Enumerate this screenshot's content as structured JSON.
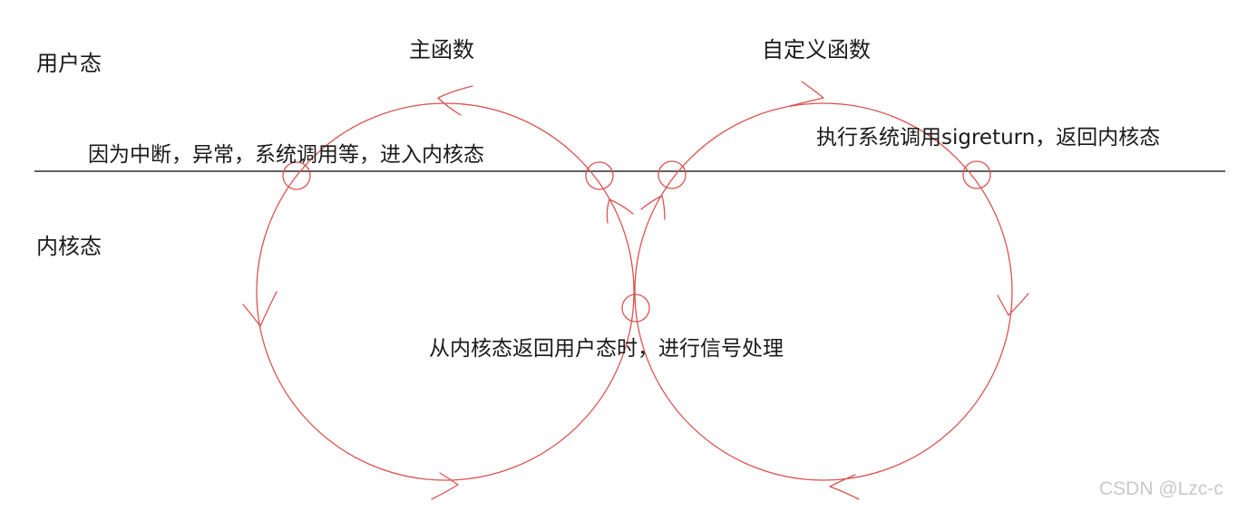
{
  "diagram": {
    "regions": {
      "user_mode": "用户态",
      "kernel_mode": "内核态"
    },
    "loops": {
      "main_function": "主函数",
      "custom_function": "自定义函数"
    },
    "notes": {
      "enter_kernel": "因为中断，异常，系统调用等，进入内核态",
      "sigreturn": "执行系统调用sigreturn，返回内核态",
      "signal_handling": "从内核态返回用户态时，进行信号处理"
    },
    "colors": {
      "loop_stroke": "#d9534f",
      "divider": "#000000",
      "text": "#1a1a1a"
    }
  },
  "watermark": "CSDN @Lzc-c"
}
